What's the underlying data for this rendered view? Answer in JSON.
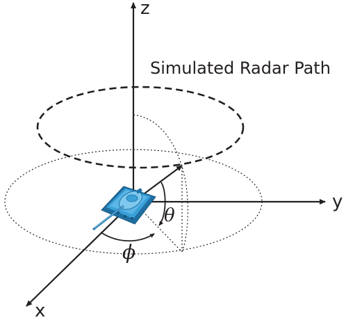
{
  "diagram": {
    "axes": {
      "z_label": "z",
      "y_label": "y",
      "x_label": "x"
    },
    "path_label": "Simulated Radar Path",
    "angles": {
      "theta": "θ",
      "phi": "ϕ"
    },
    "colors": {
      "ink": "#231f20",
      "tank_body": "#3aa0d8",
      "tank_dark": "#1f6fa3",
      "tank_light": "#7fc8ee"
    }
  }
}
